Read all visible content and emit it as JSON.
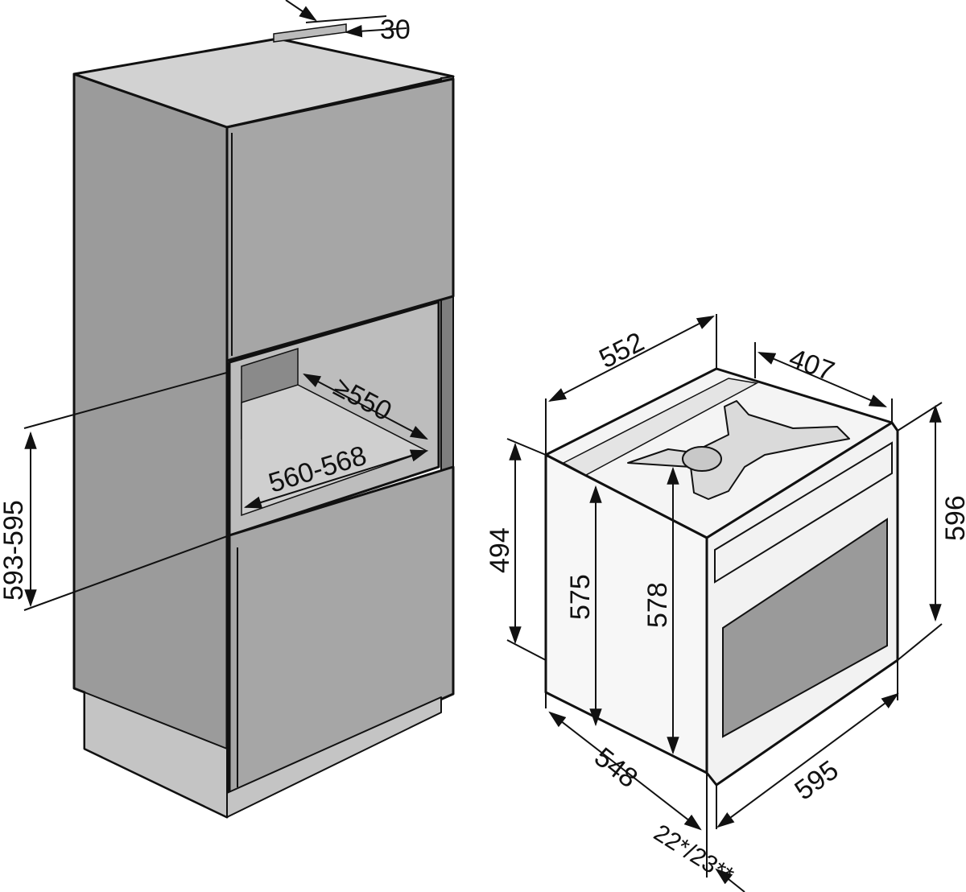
{
  "colors": {
    "panel_mid": "#9b9b9b",
    "panel_light": "#c4c4c4",
    "panel_dark": "#7e7e7e",
    "panel_top": "#d2d2d2",
    "oven_body": "#f4f4f4",
    "oven_window": "#9a9a9a",
    "line": "#111111"
  },
  "cabinet": {
    "dim_30": "30",
    "dim_550": "≥550",
    "dim_560_568": "560-568",
    "dim_593_595": "593-595"
  },
  "oven": {
    "dim_552": "552",
    "dim_407": "407",
    "dim_494": "494",
    "dim_575": "575",
    "dim_578": "578",
    "dim_596": "596",
    "dim_548": "548",
    "dim_595": "595",
    "dim_22_23": "22*/23**"
  }
}
